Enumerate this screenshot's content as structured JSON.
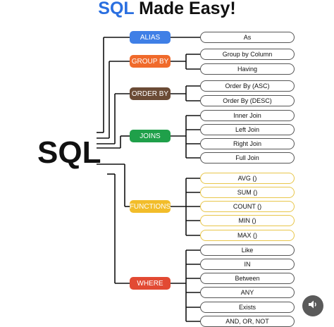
{
  "title": {
    "accent": "SQL",
    "rest": " Made Easy!"
  },
  "root_label": "SQL",
  "colors": {
    "alias": "#3f7fe6",
    "group_by": "#f06a2b",
    "order_by": "#6b4b35",
    "joins": "#1fa04a",
    "functions": "#f2bd2a",
    "where": "#e24a33",
    "wire": "#111111",
    "function_leaf_border": "#e8c64a"
  },
  "categories": [
    {
      "key": "alias",
      "label": "ALIAS",
      "items": [
        "As"
      ]
    },
    {
      "key": "group_by",
      "label": "GROUP BY",
      "items": [
        "Group by Column",
        "Having"
      ]
    },
    {
      "key": "order_by",
      "label": "ORDER BY",
      "items": [
        "Order By (ASC)",
        "Order By (DESC)"
      ]
    },
    {
      "key": "joins",
      "label": "JOINS",
      "items": [
        "Inner Join",
        "Left Join",
        "Right Join",
        "Full Join"
      ]
    },
    {
      "key": "functions",
      "label": "FUNCTIONS",
      "items": [
        "AVG ()",
        "SUM ()",
        "COUNT ()",
        "MIN ()",
        "MAX ()"
      ]
    },
    {
      "key": "where",
      "label": "WHERE",
      "items": [
        "Like",
        "IN",
        "Between",
        "ANY",
        "Exists",
        "AND, OR, NOT"
      ]
    }
  ],
  "audio_button_icon": "speaker-icon"
}
